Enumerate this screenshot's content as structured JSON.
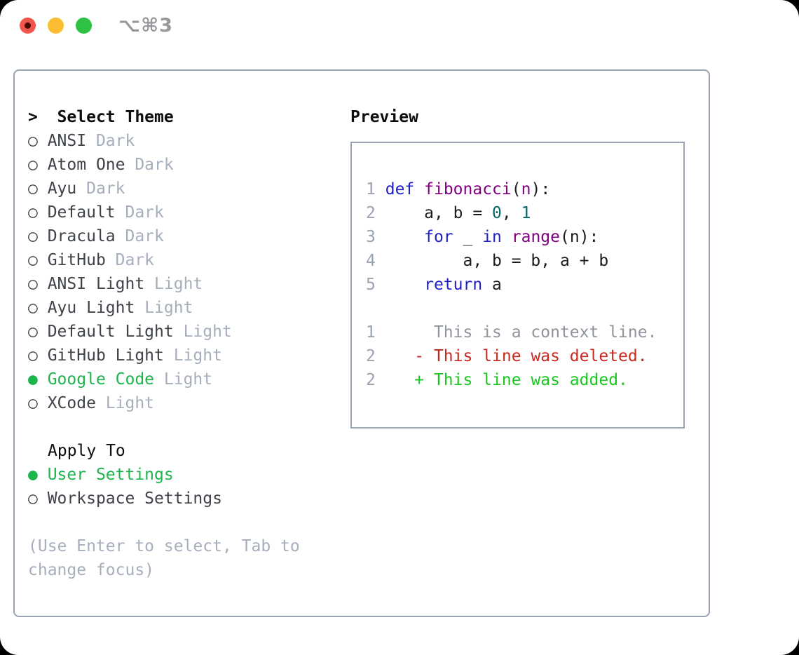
{
  "window": {
    "title": "⌥⌘3",
    "traffic_lights": [
      {
        "name": "close",
        "color": "#f1564c"
      },
      {
        "name": "minimize",
        "color": "#fcbd32"
      },
      {
        "name": "zoom",
        "color": "#2fc144"
      }
    ]
  },
  "theme_selector": {
    "prompt": ">",
    "title": "Select Theme",
    "items": [
      {
        "name": "ANSI",
        "variant": "Dark",
        "selected": false
      },
      {
        "name": "Atom One",
        "variant": "Dark",
        "selected": false
      },
      {
        "name": "Ayu",
        "variant": "Dark",
        "selected": false
      },
      {
        "name": "Default",
        "variant": "Dark",
        "selected": false
      },
      {
        "name": "Dracula",
        "variant": "Dark",
        "selected": false
      },
      {
        "name": "GitHub",
        "variant": "Dark",
        "selected": false
      },
      {
        "name": "ANSI Light",
        "variant": "Light",
        "selected": false
      },
      {
        "name": "Ayu Light",
        "variant": "Light",
        "selected": false
      },
      {
        "name": "Default Light",
        "variant": "Light",
        "selected": false
      },
      {
        "name": "GitHub Light",
        "variant": "Light",
        "selected": false
      },
      {
        "name": "Google Code",
        "variant": "Light",
        "selected": true
      },
      {
        "name": "XCode",
        "variant": "Light",
        "selected": false
      }
    ]
  },
  "apply_to": {
    "title": "Apply To",
    "options": [
      {
        "label": "User Settings",
        "selected": true
      },
      {
        "label": "Workspace Settings",
        "selected": false
      }
    ]
  },
  "hint": "(Use Enter to select, Tab to change focus)",
  "preview": {
    "title": "Preview",
    "lines": [
      {
        "segments": [
          {
            "c": "ln",
            "t": "1"
          },
          {
            "c": "p",
            "t": " "
          },
          {
            "c": "kw",
            "t": "def"
          },
          {
            "c": "p",
            "t": " "
          },
          {
            "c": "fn",
            "t": "fibonacci"
          },
          {
            "c": "p",
            "t": "("
          },
          {
            "c": "fn",
            "t": "n"
          },
          {
            "c": "p",
            "t": "):"
          }
        ]
      },
      {
        "segments": [
          {
            "c": "ln",
            "t": "2"
          },
          {
            "c": "p",
            "t": "     a, b = "
          },
          {
            "c": "nm",
            "t": "0"
          },
          {
            "c": "p",
            "t": ", "
          },
          {
            "c": "nm",
            "t": "1"
          }
        ]
      },
      {
        "segments": [
          {
            "c": "ln",
            "t": "3"
          },
          {
            "c": "p",
            "t": "     "
          },
          {
            "c": "kw",
            "t": "for"
          },
          {
            "c": "p",
            "t": " _ "
          },
          {
            "c": "kw",
            "t": "in"
          },
          {
            "c": "p",
            "t": " "
          },
          {
            "c": "fn",
            "t": "range"
          },
          {
            "c": "p",
            "t": "(n):"
          }
        ]
      },
      {
        "segments": [
          {
            "c": "ln",
            "t": "4"
          },
          {
            "c": "p",
            "t": "         a, b = b, a + b"
          }
        ]
      },
      {
        "segments": [
          {
            "c": "ln",
            "t": "5"
          },
          {
            "c": "p",
            "t": "     "
          },
          {
            "c": "kw",
            "t": "return"
          },
          {
            "c": "p",
            "t": " a"
          }
        ]
      },
      {
        "segments": []
      },
      {
        "segments": [
          {
            "c": "ln",
            "t": "1"
          },
          {
            "c": "ctx",
            "t": "      This is a context line."
          }
        ]
      },
      {
        "segments": [
          {
            "c": "ln",
            "t": "2"
          },
          {
            "c": "p",
            "t": "    "
          },
          {
            "c": "del",
            "t": "- This line was deleted."
          }
        ]
      },
      {
        "segments": [
          {
            "c": "ln",
            "t": "2"
          },
          {
            "c": "p",
            "t": "    "
          },
          {
            "c": "add",
            "t": "+ This line was added."
          }
        ]
      }
    ]
  },
  "colors": {
    "selection_green": "#1eb44c",
    "added_green": "#19c81e",
    "deleted_red": "#c8281e",
    "keyword_blue": "#2020c8",
    "function_purple": "#800080",
    "number_teal": "#076969",
    "muted_gray": "#a6aebc",
    "border_gray": "#98a2b0"
  }
}
